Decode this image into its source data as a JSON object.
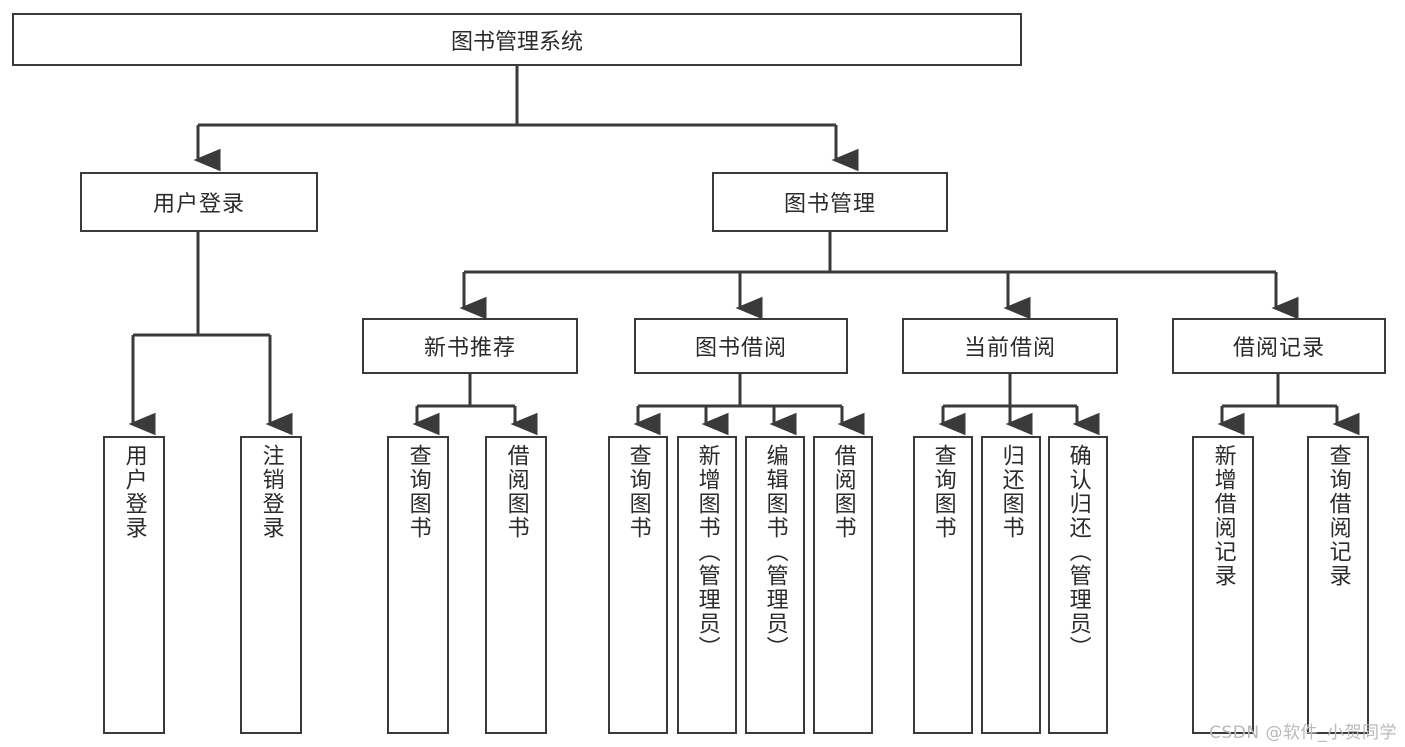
{
  "diagram": {
    "title": "图书管理系统",
    "watermark": "CSDN @软件_小贺同学",
    "colors": {
      "background": "#ffffff",
      "stroke": "#3a3a3a",
      "text": "#2b2b2b",
      "watermark": "#b9b9b9"
    },
    "root": {
      "label": "图书管理系统"
    },
    "level2": [
      {
        "label": "用户登录"
      },
      {
        "label": "图书管理"
      }
    ],
    "level3": [
      {
        "label": "新书推荐"
      },
      {
        "label": "图书借阅"
      },
      {
        "label": "当前借阅"
      },
      {
        "label": "借阅记录"
      }
    ],
    "leaves": {
      "user_login": [
        {
          "label": "用户登录"
        },
        {
          "label": "注销登录"
        }
      ],
      "new_book": [
        {
          "label": "查询图书"
        },
        {
          "label": "借阅图书"
        }
      ],
      "borrow": [
        {
          "label": "查询图书"
        },
        {
          "label": "新增图书（管理员）"
        },
        {
          "label": "编辑图书（管理员）"
        },
        {
          "label": "借阅图书"
        }
      ],
      "current": [
        {
          "label": "查询图书"
        },
        {
          "label": "归还图书"
        },
        {
          "label": "确认归还（管理员）"
        }
      ],
      "records": [
        {
          "label": "新增借阅记录"
        },
        {
          "label": "查询借阅记录"
        }
      ]
    }
  }
}
